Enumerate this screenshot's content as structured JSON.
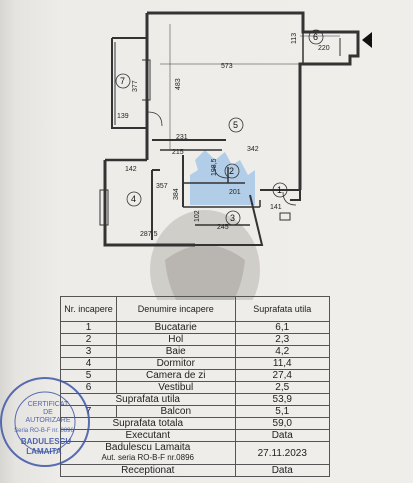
{
  "plan": {
    "dims": {
      "d573": "573",
      "d483": "483",
      "d113": "113",
      "d220": "220",
      "d377": "377",
      "d139": "139",
      "d231": "231",
      "d215": "215",
      "d342": "342",
      "d1985": "198,5",
      "d142": "142",
      "d357": "357",
      "d384": "384",
      "d201": "201",
      "d141": "141",
      "d102": "102",
      "d2875": "287,5",
      "d245": "245"
    },
    "room_numbers": [
      "1",
      "2",
      "3",
      "4",
      "5",
      "6",
      "7"
    ]
  },
  "table": {
    "headers": [
      "Nr. incapere",
      "Denumire incapere",
      "Suprafata utila"
    ],
    "rows": [
      [
        "1",
        "Bucatarie",
        "6,1"
      ],
      [
        "2",
        "Hol",
        "2,3"
      ],
      [
        "3",
        "Baie",
        "4,2"
      ],
      [
        "4",
        "Dormitor",
        "11,4"
      ],
      [
        "5",
        "Camera de zi",
        "27,4"
      ],
      [
        "6",
        "Vestibul",
        "2,5"
      ]
    ],
    "suprafata_utila_label": "Suprafata utila",
    "suprafata_utila_value": "53,9",
    "balcon_nr": "7",
    "balcon_label": "Balcon",
    "balcon_value": "5,1",
    "suprafata_totala_label": "Suprafata totala",
    "suprafata_totala_value": "59,0",
    "executant_label": "Executant",
    "data_label": "Data",
    "executant_name": "Badulescu Lamaita",
    "executant_serie": "Aut. seria RO-B-F nr.0896",
    "executant_date": "27.11.2023",
    "receptionat_label": "Receptionat",
    "data_label_2": "Data"
  },
  "stamp": {
    "line1": "CERTIFICAT",
    "line2": "DE",
    "line3": "AUTORIZARE",
    "line4": "Seria RO-B-F nr. 0896",
    "line5": "BADULESCU",
    "line6": "LAMAITA"
  },
  "colors": {
    "watermark_blue": "#7fb3e8",
    "stamp_blue": "#3d56a8",
    "line": "#333333"
  }
}
